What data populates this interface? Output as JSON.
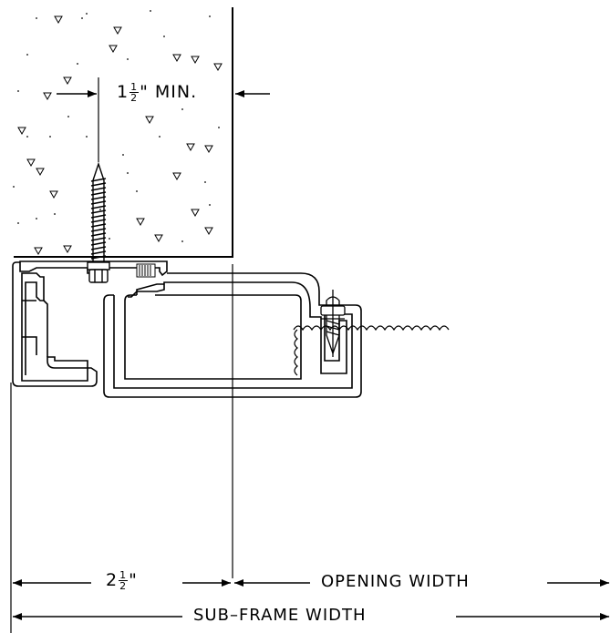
{
  "dimensions": {
    "min_embed": {
      "whole": "1",
      "num": "1",
      "den": "2",
      "suffix": "\" MIN."
    },
    "frame_offset": {
      "whole": "2",
      "num": "1",
      "den": "2",
      "suffix": "\""
    },
    "opening_width": "OPENING WIDTH",
    "sub_frame_width": "SUB–FRAME WIDTH"
  },
  "colors": {
    "line": "#000000",
    "background": "#ffffff"
  },
  "icons": [
    "anchor-screw-icon",
    "fastener-icon",
    "concrete-hatch",
    "flashing-wave"
  ]
}
